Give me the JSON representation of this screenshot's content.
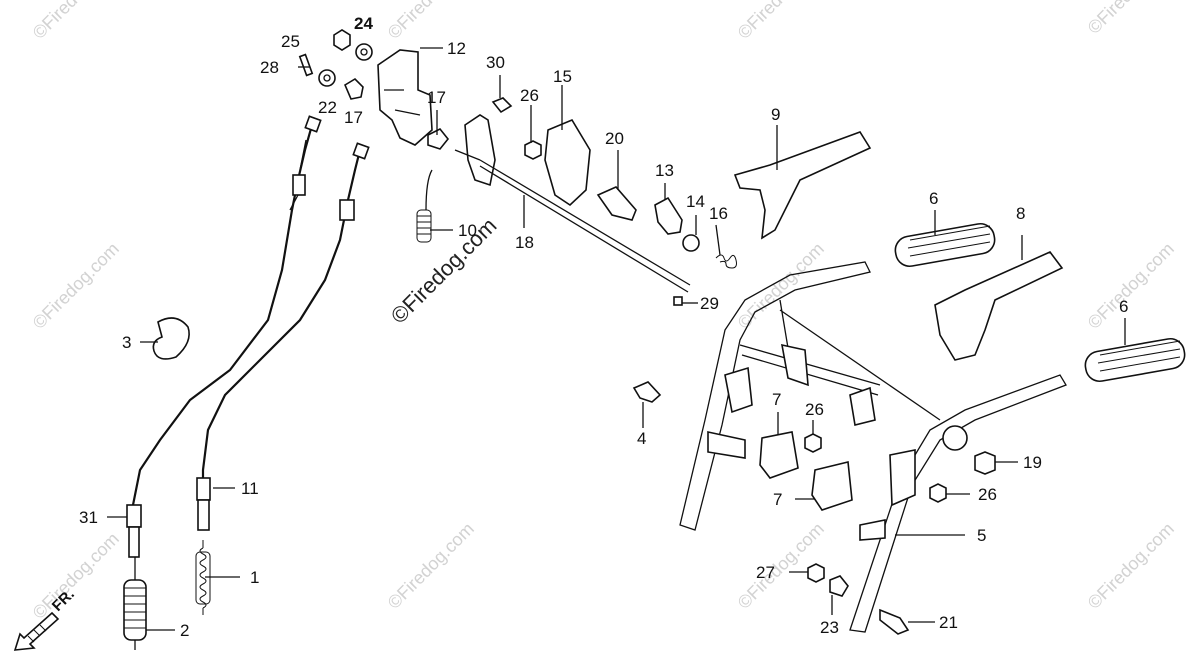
{
  "watermark": {
    "small_text": "©Firedog.com",
    "center_text": "©Firedog.com"
  },
  "direction_label": "FR.",
  "callouts": {
    "p1": "1",
    "p2": "2",
    "p3": "3",
    "p4": "4",
    "p5": "5",
    "p6a": "6",
    "p6b": "6",
    "p7a": "7",
    "p7b": "7",
    "p8": "8",
    "p9": "9",
    "p10": "10",
    "p11": "11",
    "p12": "12",
    "p13": "13",
    "p14": "14",
    "p15": "15",
    "p16": "16",
    "p17a": "17",
    "p17b": "17",
    "p18": "18",
    "p19": "19",
    "p20": "20",
    "p21": "21",
    "p22": "22",
    "p23": "23",
    "p24": "24",
    "p25": "25",
    "p26a": "26",
    "p26b": "26",
    "p26c": "26",
    "p27": "27",
    "p28": "28",
    "p29": "29",
    "p30": "30",
    "p31": "31"
  }
}
